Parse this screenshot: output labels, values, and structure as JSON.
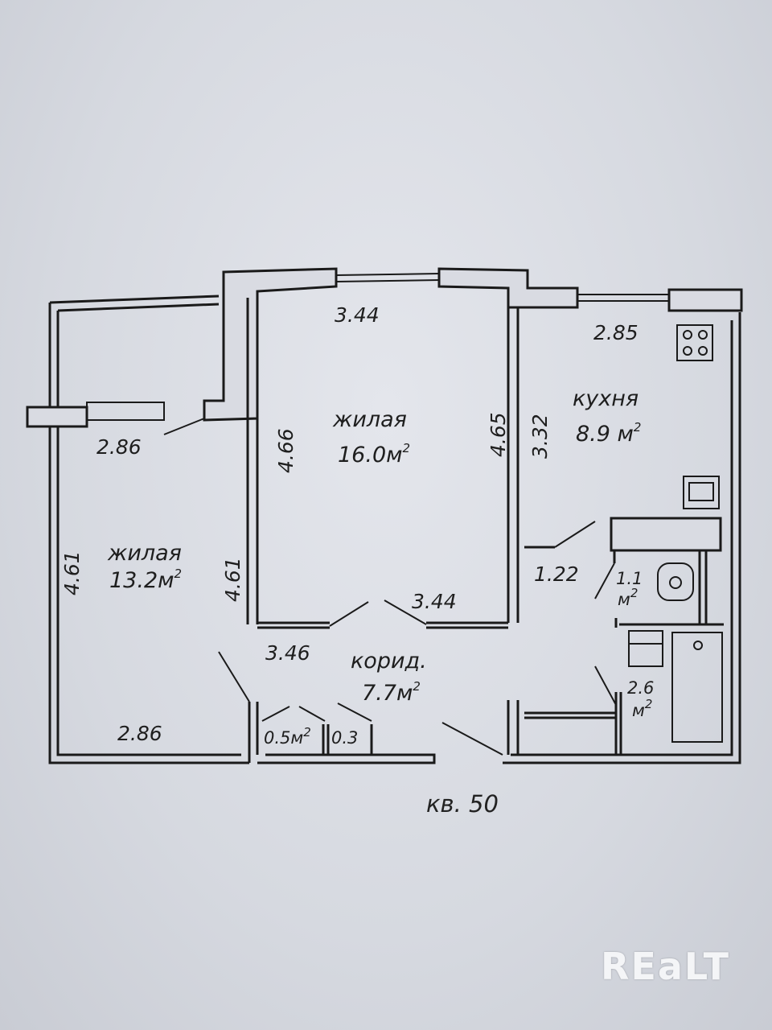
{
  "rooms": {
    "bedroom_left": {
      "name": "жилая",
      "area": "13.2м",
      "exp": "2"
    },
    "living_center": {
      "name": "жилая",
      "area": "16.0м",
      "exp": "2"
    },
    "kitchen": {
      "name": "кухня",
      "area": "8.9 м",
      "exp": "2"
    },
    "corridor": {
      "name": "корид.",
      "area": "7.7м",
      "exp": "2"
    },
    "toilet": {
      "area": "1.1",
      "unit": "м",
      "exp": "2"
    },
    "bathroom": {
      "area": "2.6",
      "unit": "м",
      "exp": "2"
    },
    "closet": {
      "area": "0.5м",
      "exp": "2"
    },
    "closet2": {
      "area": "0.3"
    }
  },
  "dimensions": {
    "left_top": "2.86",
    "left_bottom": "2.86",
    "left_height_outer": "4.61",
    "left_height_inner": "4.61",
    "center_top": "3.44",
    "center_left": "4.66",
    "center_right": "4.65",
    "center_bottom": "3.44",
    "kitchen_top": "2.85",
    "kitchen_left": "3.32",
    "corridor_top": "3.46",
    "hall_small": "1.22"
  },
  "flat_label": "кв. 50",
  "watermark": "REaLT"
}
